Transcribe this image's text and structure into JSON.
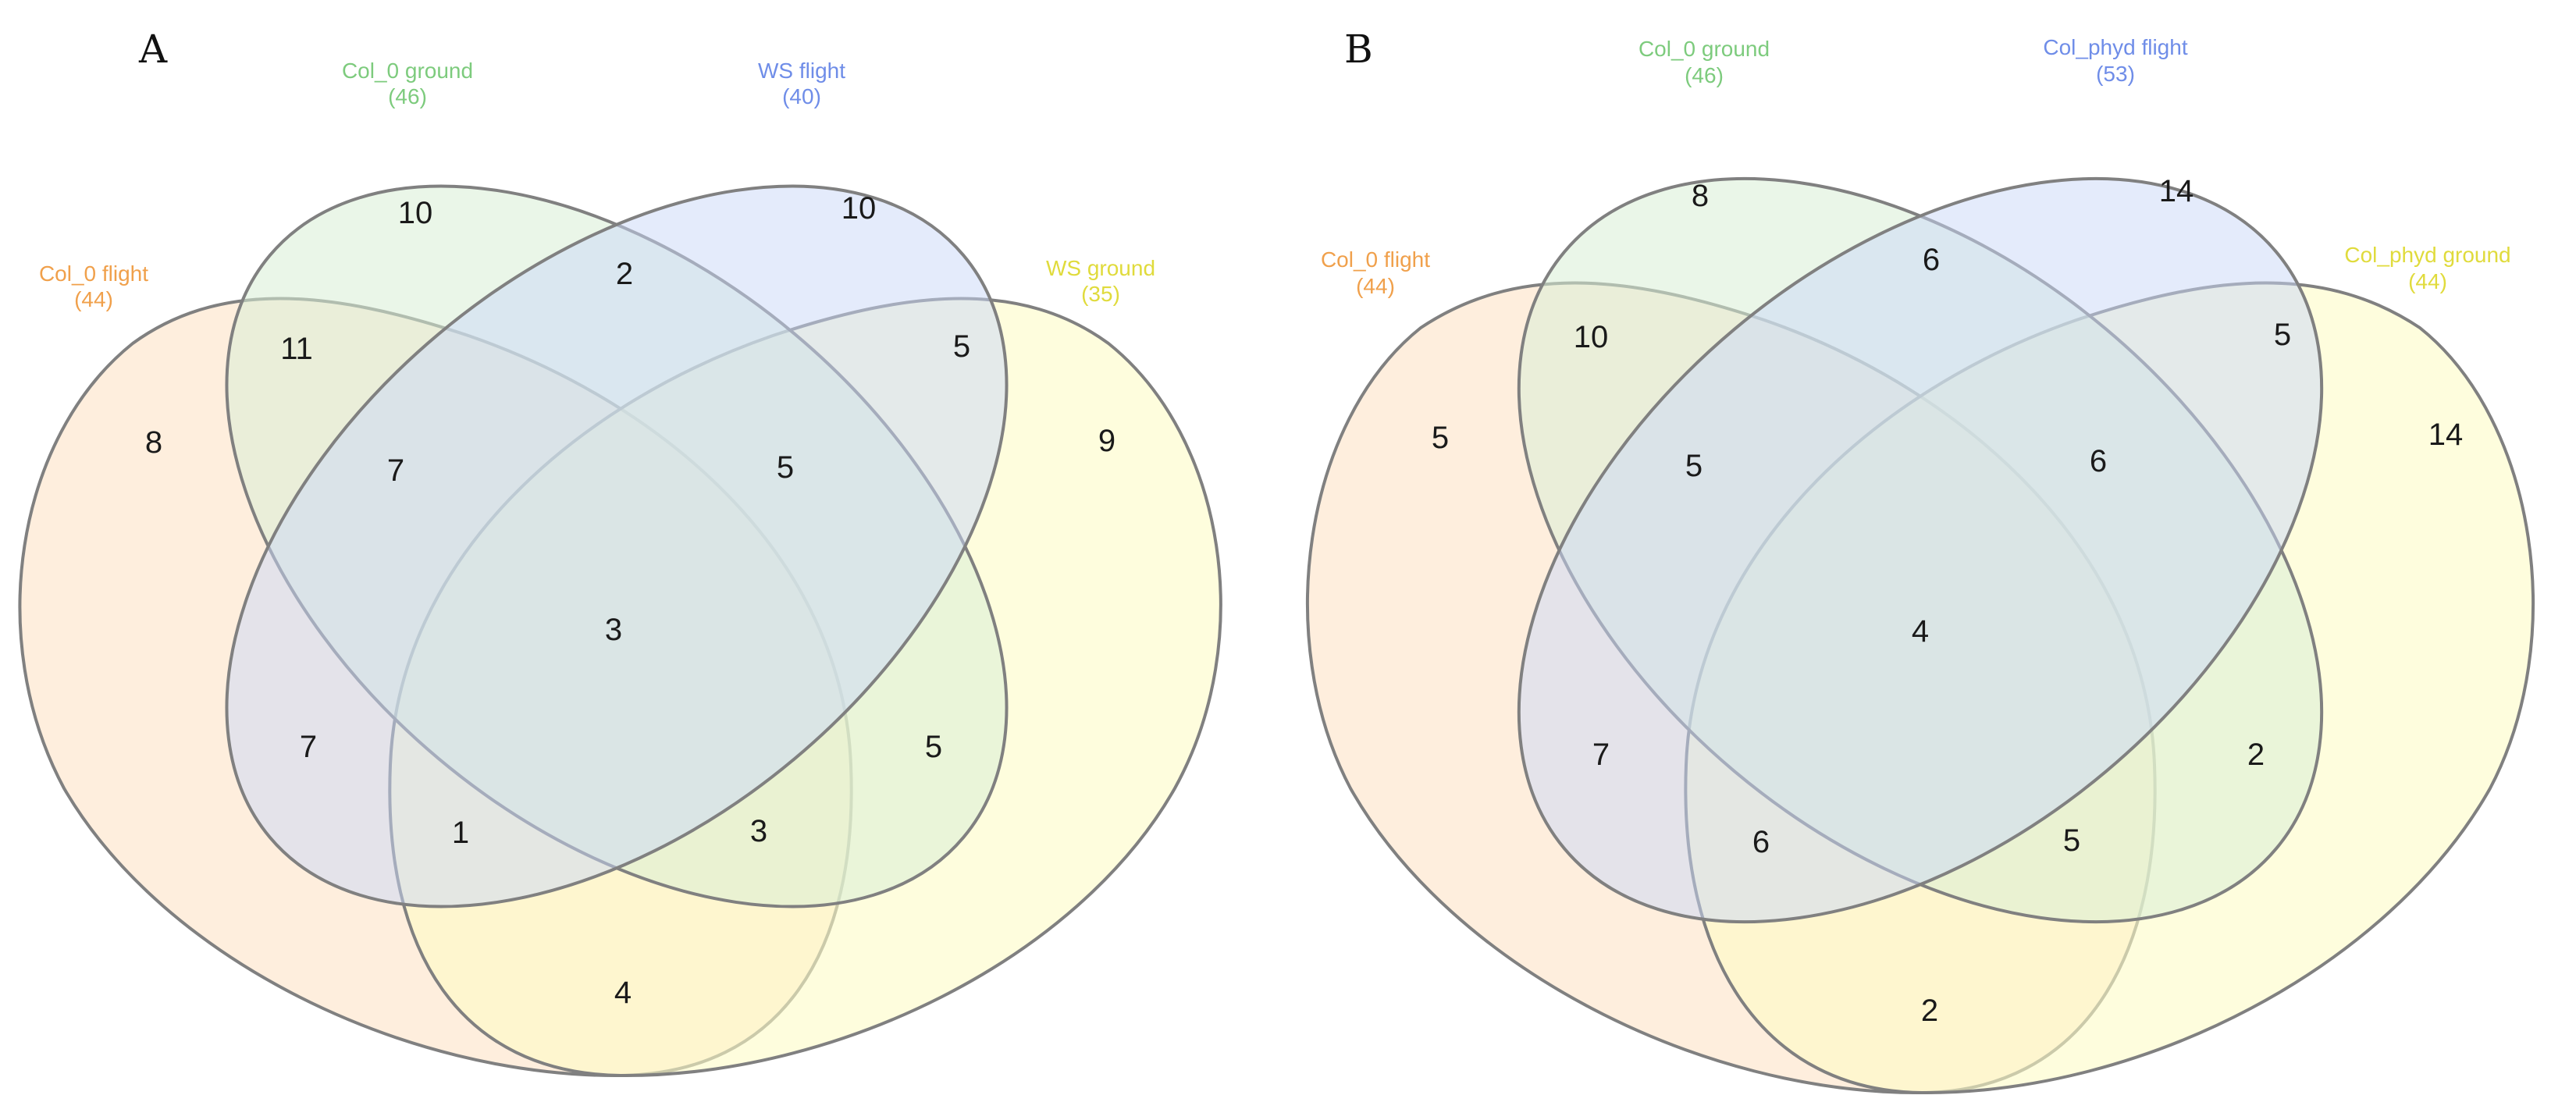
{
  "colors": {
    "col0_flight": "#f0a04b",
    "col0_ground": "#7dcb7d",
    "flight_b": "#6f8de8",
    "ground_b": "#e0db3c",
    "outline": "#7f7f7f"
  },
  "panels": [
    {
      "letter": "A",
      "sets": [
        {
          "name": "Col_0 flight",
          "count": "(44)"
        },
        {
          "name": "Col_0 ground",
          "count": "(46)"
        },
        {
          "name": "WS flight",
          "count": "(40)"
        },
        {
          "name": "WS ground",
          "count": "(35)"
        }
      ],
      "regions": [
        {
          "region": "Col_0 flight only",
          "value": "8"
        },
        {
          "region": "Col_0 ground only",
          "value": "10"
        },
        {
          "region": "WS flight only",
          "value": "10"
        },
        {
          "region": "WS ground only",
          "value": "9"
        },
        {
          "region": "Col_0 flight & Col_0 ground",
          "value": "11"
        },
        {
          "region": "Col_0 ground & WS flight",
          "value": "2"
        },
        {
          "region": "WS flight & WS ground",
          "value": "5"
        },
        {
          "region": "Col_0 flight & Col_0 ground & WS flight",
          "value": "7"
        },
        {
          "region": "Col_0 ground & WS flight & WS ground",
          "value": "5"
        },
        {
          "region": "all four",
          "value": "3"
        },
        {
          "region": "Col_0 flight & WS flight",
          "value": "7"
        },
        {
          "region": "Col_0 ground & WS ground",
          "value": "5"
        },
        {
          "region": "Col_0 flight & WS flight & WS ground",
          "value": "1"
        },
        {
          "region": "Col_0 flight & Col_0 ground & WS ground",
          "value": "3"
        },
        {
          "region": "Col_0 flight & WS ground",
          "value": "4"
        }
      ]
    },
    {
      "letter": "B",
      "sets": [
        {
          "name": "Col_0 flight",
          "count": "(44)"
        },
        {
          "name": "Col_0 ground",
          "count": "(46)"
        },
        {
          "name": "Col_phyd flight",
          "count": "(53)"
        },
        {
          "name": "Col_phyd ground",
          "count": "(44)"
        }
      ],
      "regions": [
        {
          "region": "Col_0 flight only",
          "value": "5"
        },
        {
          "region": "Col_0 ground only",
          "value": "8"
        },
        {
          "region": "Col_phyd flight only",
          "value": "14"
        },
        {
          "region": "Col_phyd ground only",
          "value": "14"
        },
        {
          "region": "Col_0 flight & Col_0 ground",
          "value": "10"
        },
        {
          "region": "Col_0 ground & Col_phyd flight",
          "value": "6"
        },
        {
          "region": "Col_phyd flight & Col_phyd ground",
          "value": "5"
        },
        {
          "region": "Col_0 flight & Col_0 ground & Col_phyd flight",
          "value": "5"
        },
        {
          "region": "Col_0 ground & Col_phyd flight & Col_phyd ground",
          "value": "6"
        },
        {
          "region": "all four",
          "value": "4"
        },
        {
          "region": "Col_0 flight & Col_phyd flight",
          "value": "7"
        },
        {
          "region": "Col_0 ground & Col_phyd ground",
          "value": "2"
        },
        {
          "region": "Col_0 flight & Col_phyd flight & Col_phyd ground",
          "value": "6"
        },
        {
          "region": "Col_0 flight & Col_0 ground & Col_phyd ground",
          "value": "5"
        },
        {
          "region": "Col_0 flight & Col_phyd ground",
          "value": "2"
        }
      ]
    }
  ]
}
